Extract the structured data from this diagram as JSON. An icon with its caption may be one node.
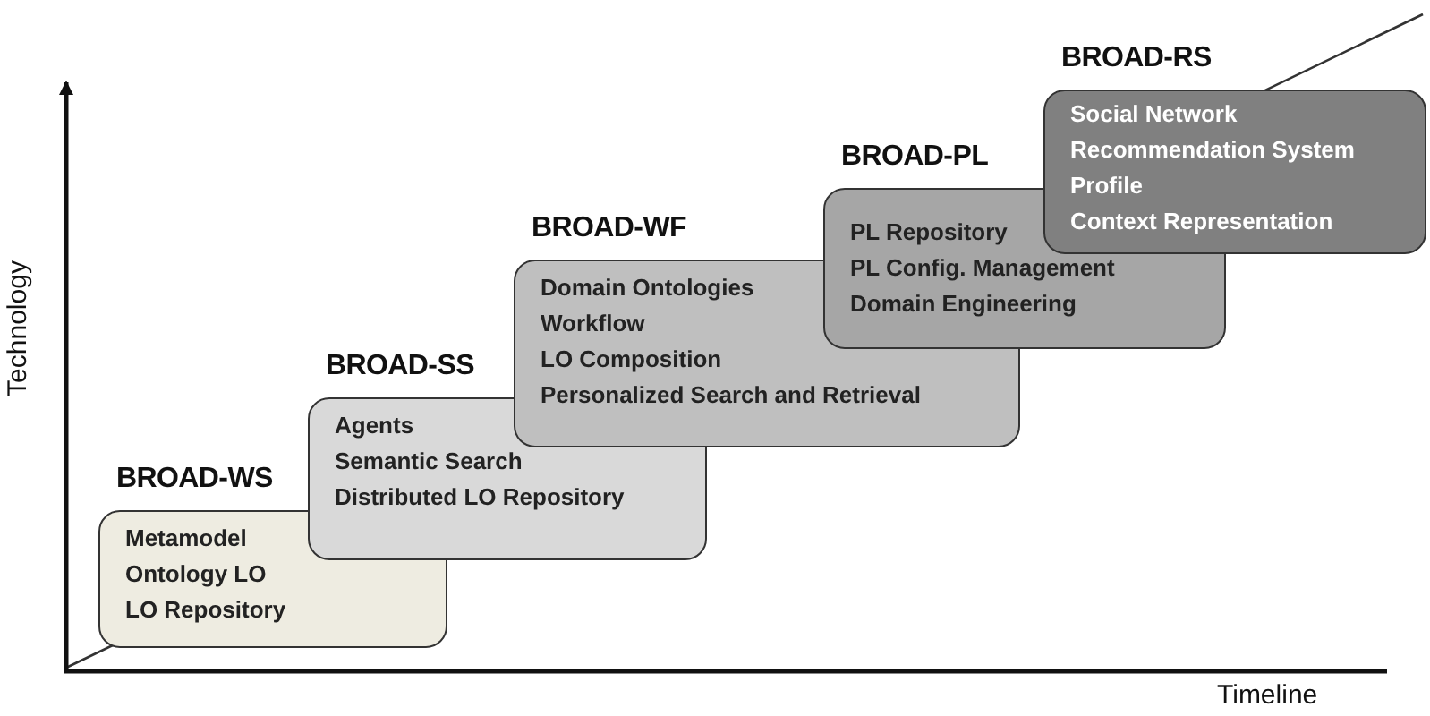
{
  "diagram": {
    "nodes": [
      {
        "text": [
          "BROAD-WS",
          "Metamodel",
          "Ontology LO",
          "LO Repository"
        ]
      },
      {
        "text": [
          "BROAD-SS",
          "Agents",
          "Semantic Search",
          "Distributed LO Repository"
        ]
      },
      {
        "text": [
          "BROAD-WF",
          "Domain Ontologies",
          "Workflow",
          "LO Composition",
          "Personalized Search and Retrieval"
        ]
      },
      {
        "text": [
          "BROAD-PL",
          "PL Repository",
          "PL Config. Management",
          "Domain Engineering"
        ]
      },
      {
        "text": [
          "BROAD-RS",
          "Social Network",
          "Recommendation System",
          "Profile",
          "Context Representation"
        ]
      }
    ],
    "edges": [],
    "labels": [
      "Technology",
      "Timeline"
    ]
  }
}
